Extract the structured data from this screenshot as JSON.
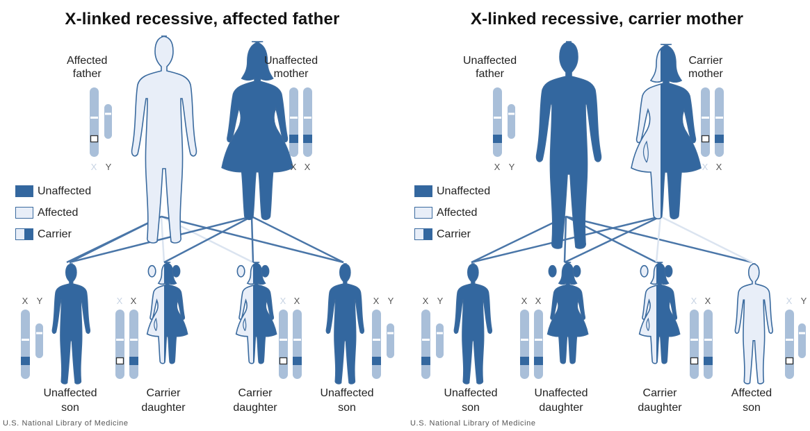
{
  "colors": {
    "unaffected": "#33679f",
    "affected": "#e8eef8",
    "chromosome": "#a9bfd9",
    "line_dark": "#4a76a8",
    "line_light": "#dbe4f0"
  },
  "panels": [
    {
      "title": "X-linked recessive, affected father",
      "father_label": "Affected\nfather",
      "mother_label": "Unaffected\nmother",
      "father_chrom_letters": [
        "X",
        "Y"
      ],
      "mother_chrom_letters": [
        "X",
        "X"
      ],
      "legend": {
        "unaffected": "Unaffected",
        "affected": "Affected",
        "carrier": "Carrier"
      },
      "children": [
        {
          "label": "Unaffected\nson",
          "letters": [
            "X",
            "Y"
          ]
        },
        {
          "label": "Carrier\ndaughter",
          "letters": [
            "X",
            "X"
          ]
        },
        {
          "label": "Carrier\ndaughter",
          "letters": [
            "X",
            "X"
          ]
        },
        {
          "label": "Unaffected\nson",
          "letters": [
            "X",
            "Y"
          ]
        }
      ],
      "credit": "U.S. National Library of Medicine"
    },
    {
      "title": "X-linked recessive, carrier mother",
      "father_label": "Unaffected\nfather",
      "mother_label": "Carrier\nmother",
      "father_chrom_letters": [
        "X",
        "Y"
      ],
      "mother_chrom_letters": [
        "X",
        "X"
      ],
      "legend": {
        "unaffected": "Unaffected",
        "affected": "Affected",
        "carrier": "Carrier"
      },
      "children": [
        {
          "label": "Unaffected\nson",
          "letters": [
            "X",
            "Y"
          ]
        },
        {
          "label": "Unaffected\ndaughter",
          "letters": [
            "X",
            "X"
          ]
        },
        {
          "label": "Carrier\ndaughter",
          "letters": [
            "X",
            "X"
          ]
        },
        {
          "label": "Affected\nson",
          "letters": [
            "X",
            "Y"
          ]
        }
      ],
      "credit": "U.S. National Library of Medicine"
    }
  ]
}
